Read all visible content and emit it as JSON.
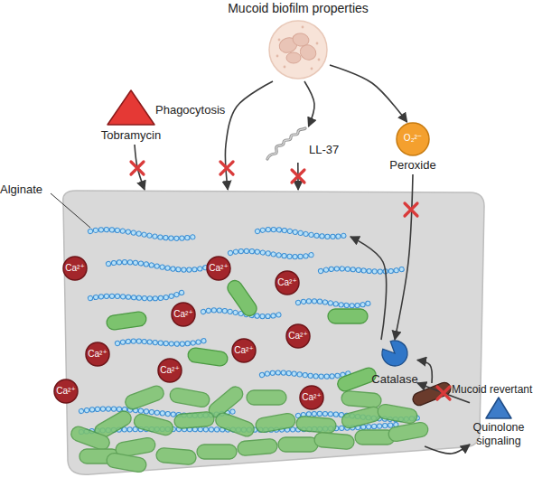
{
  "diagram": {
    "nodes": [
      {
        "text": [
          "Mucoid biofilm properties"
        ]
      },
      {
        "text": [
          "Tobramycin"
        ]
      },
      {
        "text": [
          "LL-37"
        ]
      },
      {
        "text": [
          "O₂²⁻",
          "Peroxide"
        ]
      },
      {
        "text": [
          "Alginate"
        ]
      },
      {
        "text": [
          "Ca²⁺"
        ],
        "in": 4
      },
      {
        "text": [
          "Ca²⁺"
        ],
        "in": 4
      },
      {
        "text": [
          "Ca²⁺"
        ],
        "in": 4
      },
      {
        "text": [
          "Ca²⁺"
        ],
        "in": 4
      },
      {
        "text": [
          "Ca²⁺"
        ],
        "in": 4
      },
      {
        "text": [
          "Ca²⁺"
        ],
        "in": 4
      },
      {
        "text": [
          "Ca²⁺"
        ],
        "in": 4
      },
      {
        "text": [
          "Ca²⁺"
        ],
        "in": 4
      },
      {
        "text": [
          "Ca²⁺"
        ],
        "in": 4
      },
      {
        "text": [
          "Ca²⁺"
        ],
        "in": 4
      },
      {
        "text": [
          "Catalase"
        ],
        "in": 4
      },
      {
        "text": [
          "Mucoid revertant"
        ],
        "in": 4
      },
      {
        "text": [
          "Quinolone signaling"
        ]
      }
    ],
    "edges": [
      {
        "from": 1,
        "to": 4,
        "arrow": "to"
      },
      {
        "from": 0,
        "to": 4,
        "label": "Phagocytosis",
        "arrow": "to"
      },
      {
        "from": 0,
        "to": 2,
        "arrow": "to"
      },
      {
        "from": 2,
        "to": 4,
        "arrow": "to"
      },
      {
        "from": 0,
        "to": 3,
        "arrow": "to"
      },
      {
        "from": 3,
        "to": 15,
        "arrow": "to"
      },
      {
        "from": 15,
        "to": 4,
        "arrow": "to"
      },
      {
        "from": 16,
        "to": 15,
        "arrow": "to"
      },
      {
        "from": 17,
        "to": 4,
        "arrow": "to"
      },
      {
        "from": 4,
        "to": 17,
        "arrow": "to"
      }
    ]
  }
}
